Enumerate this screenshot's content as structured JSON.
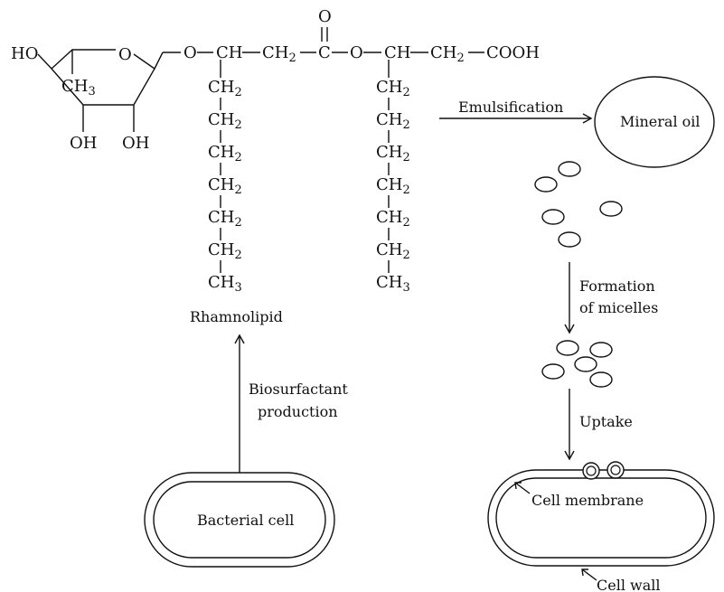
{
  "molecule": {
    "name": "Rhamnolipid",
    "ring": {
      "ho": "HO",
      "o": "O",
      "ch3": "CH",
      "ch3_sub": "3",
      "oh1": "OH",
      "oh2": "OH"
    },
    "backbone": {
      "o1": "O",
      "ch1": "CH",
      "ch2a": "CH",
      "ch2a_sub": "2",
      "c": "C",
      "carbonyl_o": "O",
      "o2": "O",
      "ch2": "CH",
      "ch2b": "CH",
      "ch2b_sub": "2",
      "cooh": "COOH"
    },
    "chain_unit": "CH",
    "chain_unit_sub": "2",
    "chain_end": "CH",
    "chain_end_sub": "3"
  },
  "steps": {
    "emulsification": "Emulsification",
    "formation_line1": "Formation",
    "formation_line2": "of micelles",
    "uptake": "Uptake",
    "biosurfactant_line1": "Biosurfactant",
    "biosurfactant_line2": "production"
  },
  "labels": {
    "mineral_oil": "Mineral oil",
    "bacterial_cell": "Bacterial cell",
    "cell_membrane": "Cell membrane",
    "cell_wall": "Cell wall"
  }
}
